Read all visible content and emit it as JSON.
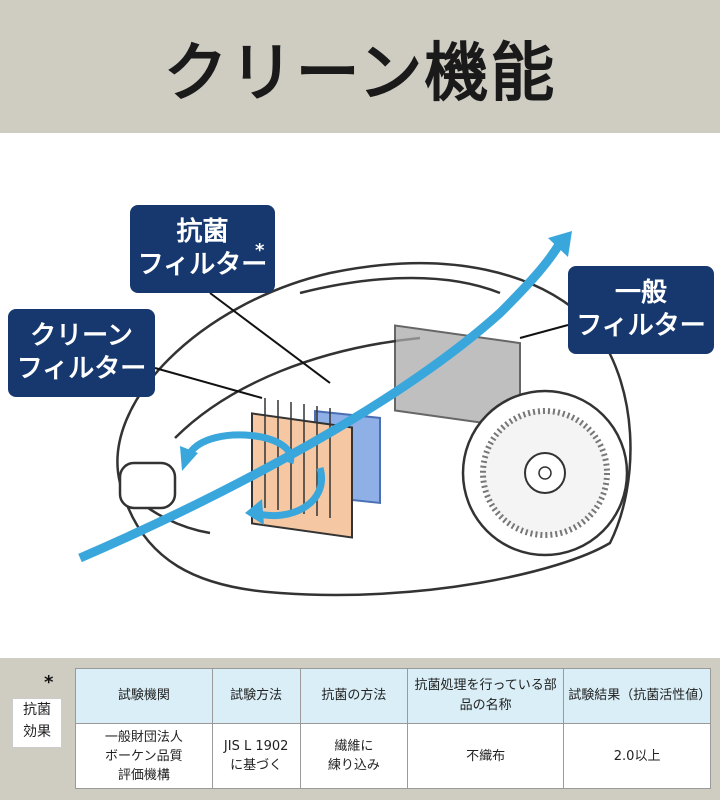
{
  "header": {
    "title": "クリーン機能"
  },
  "labels": {
    "antibacterial_filter": {
      "line1": "抗菌",
      "line2": "フィルター",
      "mark": "*"
    },
    "clean_filter": {
      "line1": "クリーン",
      "line2": "フィルター"
    },
    "general_filter": {
      "line1": "一般",
      "line2": "フィルター"
    }
  },
  "colors": {
    "label_bg": "#17386f",
    "airflow": "#3aa7dc",
    "header_bg": "#cfccc2"
  },
  "footer": {
    "mark": "*",
    "effect_label_line1": "抗菌",
    "effect_label_line2": "効果",
    "table": {
      "headers": [
        "試験機関",
        "試験方法",
        "抗菌の方法",
        "抗菌処理を行っている部品の名称",
        "試験結果（抗菌活性値）"
      ],
      "row": [
        "一般財団法人\nボーケン品質\n評価機構",
        "JIS L 1902\nに基づく",
        "繊維に\n練り込み",
        "不織布",
        "2.0以上"
      ]
    }
  }
}
